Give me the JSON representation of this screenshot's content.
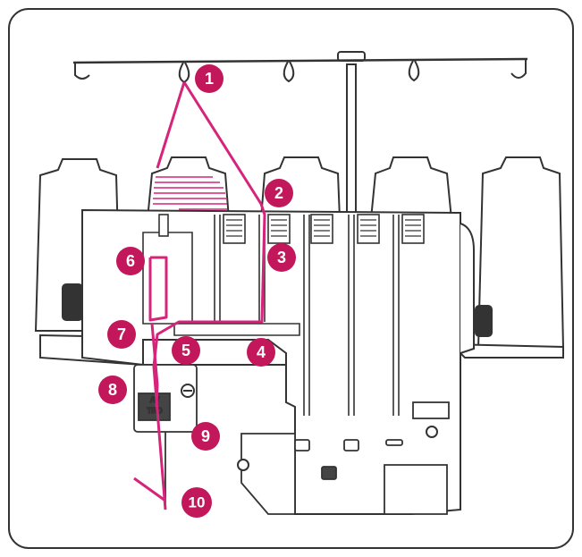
{
  "colors": {
    "thread": "#d6247a",
    "marker": "#c2185b",
    "line": "#333333",
    "frame": "#333333",
    "background": "#ffffff"
  },
  "markers": [
    {
      "id": "marker-1",
      "label": "1"
    },
    {
      "id": "marker-2",
      "label": "2"
    },
    {
      "id": "marker-3",
      "label": "3"
    },
    {
      "id": "marker-4",
      "label": "4"
    },
    {
      "id": "marker-5",
      "label": "5"
    },
    {
      "id": "marker-6",
      "label": "6"
    },
    {
      "id": "marker-7",
      "label": "7"
    },
    {
      "id": "marker-8",
      "label": "8"
    },
    {
      "id": "marker-9",
      "label": "9"
    },
    {
      "id": "marker-10",
      "label": "10"
    }
  ],
  "icons": [
    "thread-stand-icon",
    "thread-cone-icon",
    "tension-dial-icon",
    "screw-icon"
  ]
}
